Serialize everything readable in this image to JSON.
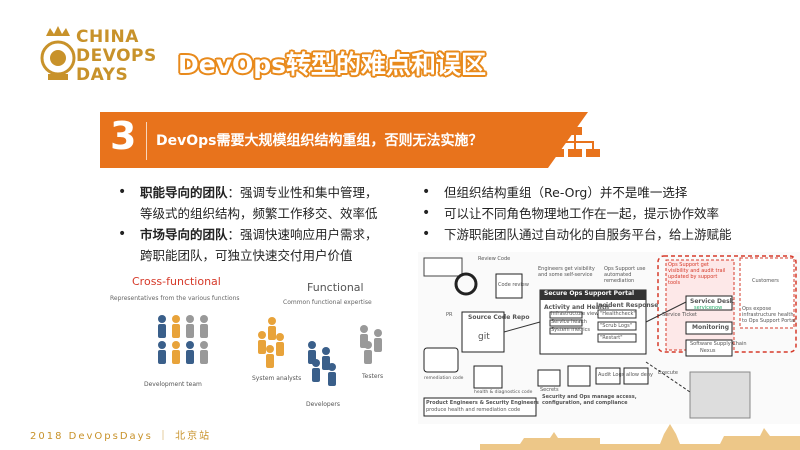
{
  "header": {
    "logo_lines": [
      "CHINA",
      "DEVOPS",
      "DAYS"
    ],
    "title": "DevOps转型的难点和误区"
  },
  "banner": {
    "number": "3",
    "question": "DevOps需要大规模组织结构重组，否则无法实施？",
    "icon": "org-chart-icon"
  },
  "left_bullets": [
    {
      "bold": "职能导向的团队",
      "text": "：强调专业性和集中管理，",
      "cont": "等级式的组织结构，频繁工作移交、效率低"
    },
    {
      "bold": "市场导向的团队",
      "text": "：强调快速响应用户需求，",
      "cont": "跨职能团队，可独立快速交付用户价值"
    }
  ],
  "right_bullets": [
    "但组织结构重组（Re-Org）并不是唯一选择",
    "可以让不同角色物理地工作在一起，提示协作效率",
    "下游职能团队通过自动化的自服务平台，给上游赋能"
  ],
  "team_figure": {
    "cross_functional_title": "Cross-functional",
    "cross_functional_sub": "Representatives from the various functions",
    "functional_title": "Functional",
    "functional_sub": "Common functional expertise",
    "dev_team": "Development team",
    "system_analysts": "System analysts",
    "developers": "Developers",
    "testers": "Testers"
  },
  "ops_diagram": {
    "portal_title": "Secure Ops Support Portal",
    "activity": "Activity and Health",
    "incident": "Incident Response",
    "infra_view": "Infrastructure view",
    "service_health": "Service health",
    "system_metrics": "System metrics",
    "healthcheck": "\"Healthcheck\"",
    "scrub_logs": "\"Scrub Logs\"",
    "restart": "\"Restart\"",
    "engineers": "Engineers get visibility and some self-service",
    "ops_support": "Ops Support use automated remediation",
    "service_desk": "Service Desk",
    "servicenow": "servicenow",
    "monitoring": "Monitoring",
    "software_supply": "Software Supply Chain",
    "nexus": "Nexus",
    "customers": "Customers",
    "source_code": "Source Code Repo",
    "git": "git",
    "code_review": "Code review",
    "review_code": "Review Code",
    "security_ops": "Security and Ops manage access, configuration, and compliance",
    "product_engineers": "Product Engineers & Security Engineers",
    "produce_code": "produce health and remediation code",
    "secrets": "Secrets",
    "audit_logs": "Audit Logs",
    "allow_deny": "allow deny",
    "execute": "Execute",
    "ops_expose": "Ops expose infrastructure health to Ops Support Portal",
    "ops_support_visibility": "Ops Support get visibility and audit trail updated by support tools",
    "service_ticket": "Service Ticket",
    "pr": "PR",
    "health_code": "health & diagnostics code",
    "remediation_code": "remediation code"
  },
  "footer": {
    "text": "2018 DevOpsDays ｜ 北京站"
  },
  "colors": {
    "accent_orange": "#e8731c",
    "gold": "#c8922a",
    "red_title": "#d63a2a"
  }
}
